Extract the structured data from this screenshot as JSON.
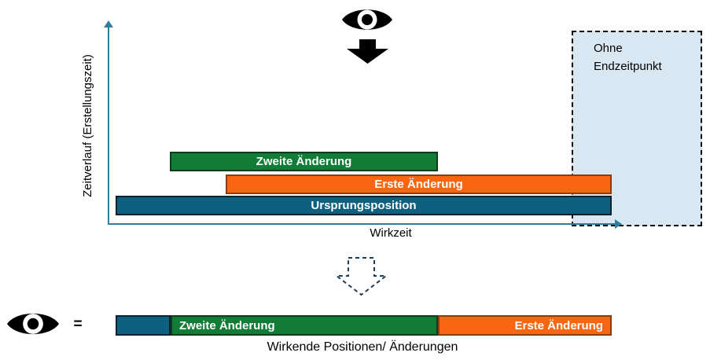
{
  "chart": {
    "y_axis_label": "Zeitverlauf (Erstellungszeit)",
    "x_axis_label": "Wirkzeit",
    "bars": [
      {
        "label": "Zweite Änderung",
        "color": "#107c35",
        "border": "#0d3b1e"
      },
      {
        "label": "Erste Änderung",
        "color": "#f96611",
        "border": "#8a3c0e"
      },
      {
        "label": "Ursprungsposition",
        "color": "#0e607e",
        "border": "#07222f"
      }
    ],
    "no_end_box": {
      "label": "Ohne Endzeitpunkt",
      "fill": "#d9e7f3",
      "border_style": "dashed"
    },
    "axis_color": "#2e7e9d"
  },
  "icons": {
    "observer_eye": "eye-icon",
    "solid_down_arrow": "down-arrow-icon",
    "dashed_down_arrow": "dashed-down-arrow-icon"
  },
  "result": {
    "equals_sign": "=",
    "segments": [
      {
        "label": "",
        "color": "#0e607e"
      },
      {
        "label": "Zweite Änderung",
        "color": "#107c35"
      },
      {
        "label": "Erste Änderung",
        "color": "#f96611"
      }
    ],
    "caption": "Wirkende Positionen/ Änderungen"
  }
}
